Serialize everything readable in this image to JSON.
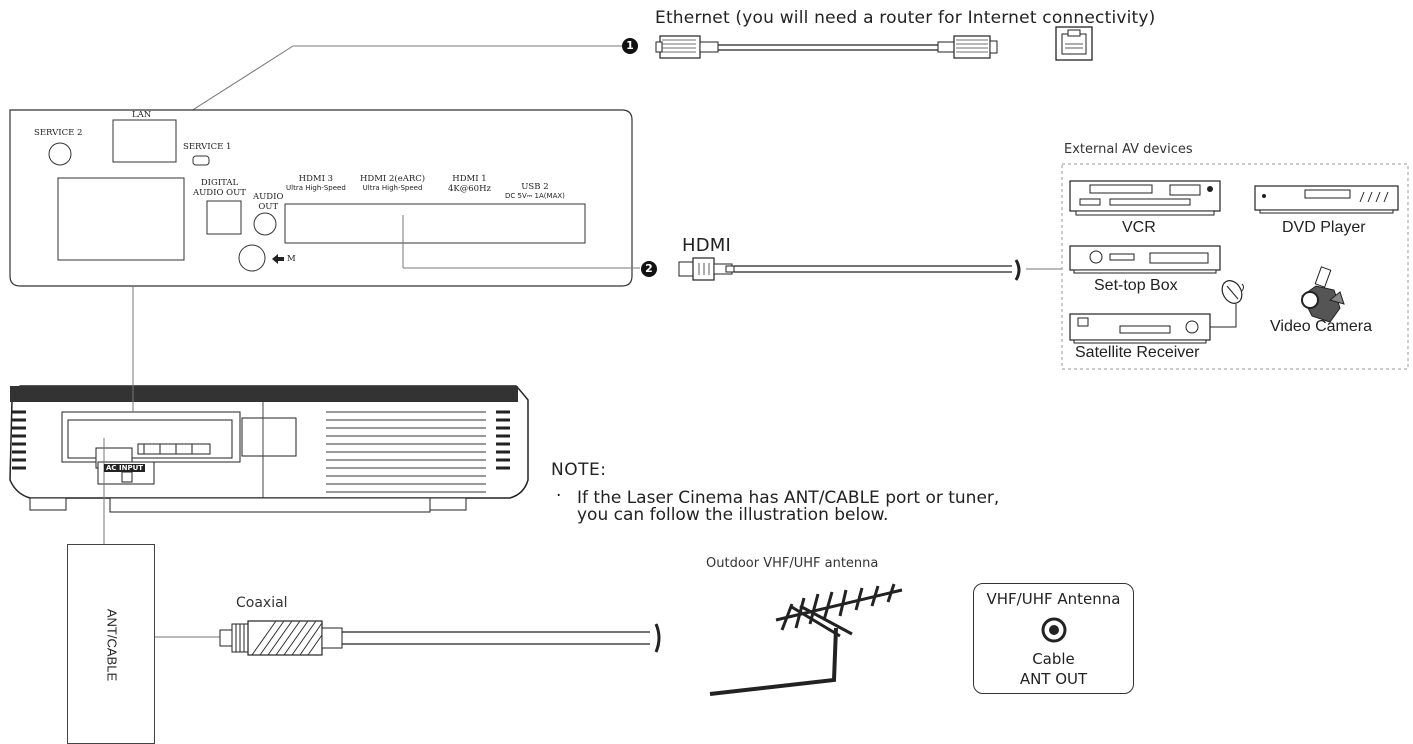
{
  "ethernet": {
    "badge": "1",
    "caption": "Ethernet (you will need a router for Internet connectivity)"
  },
  "hdmi": {
    "badge": "2",
    "caption": "HDMI"
  },
  "panel": {
    "lan": "LAN",
    "service2": "SERVICE 2",
    "service1": "SERVICE 1",
    "digital_audio_out": [
      "DIGITAL",
      "AUDIO OUT"
    ],
    "audio_out": [
      "AUDIO",
      "OUT"
    ],
    "hdmi3": [
      "HDMI 3",
      "Ultra High-Speed"
    ],
    "hdmi2": [
      "HDMI 2(eARC)",
      "Ultra High-Speed"
    ],
    "hdmi1": [
      "HDMI 1",
      "4K@60Hz"
    ],
    "usb2": [
      "USB 2",
      "DC 5V⎓ 1A(MAX)"
    ],
    "m_label": "M"
  },
  "external_av": {
    "title": "External AV devices",
    "devices": [
      "VCR",
      "DVD Player",
      "Set-top Box",
      "Video Camera",
      "Satellite Receiver"
    ]
  },
  "projector": {
    "ac_input": "AC INPUT"
  },
  "note": {
    "title": "NOTE:",
    "bullet": "·",
    "text": "If the Laser Cinema has ANT/CABLE port or tuner, you can follow the illustration below."
  },
  "antenna": {
    "ant_cable": "ANT/CABLE",
    "coaxial": "Coaxial",
    "outdoor": "Outdoor VHF/UHF antenna",
    "box_title": "VHF/UHF Antenna",
    "box_line1": "Cable",
    "box_line2": "ANT OUT"
  }
}
